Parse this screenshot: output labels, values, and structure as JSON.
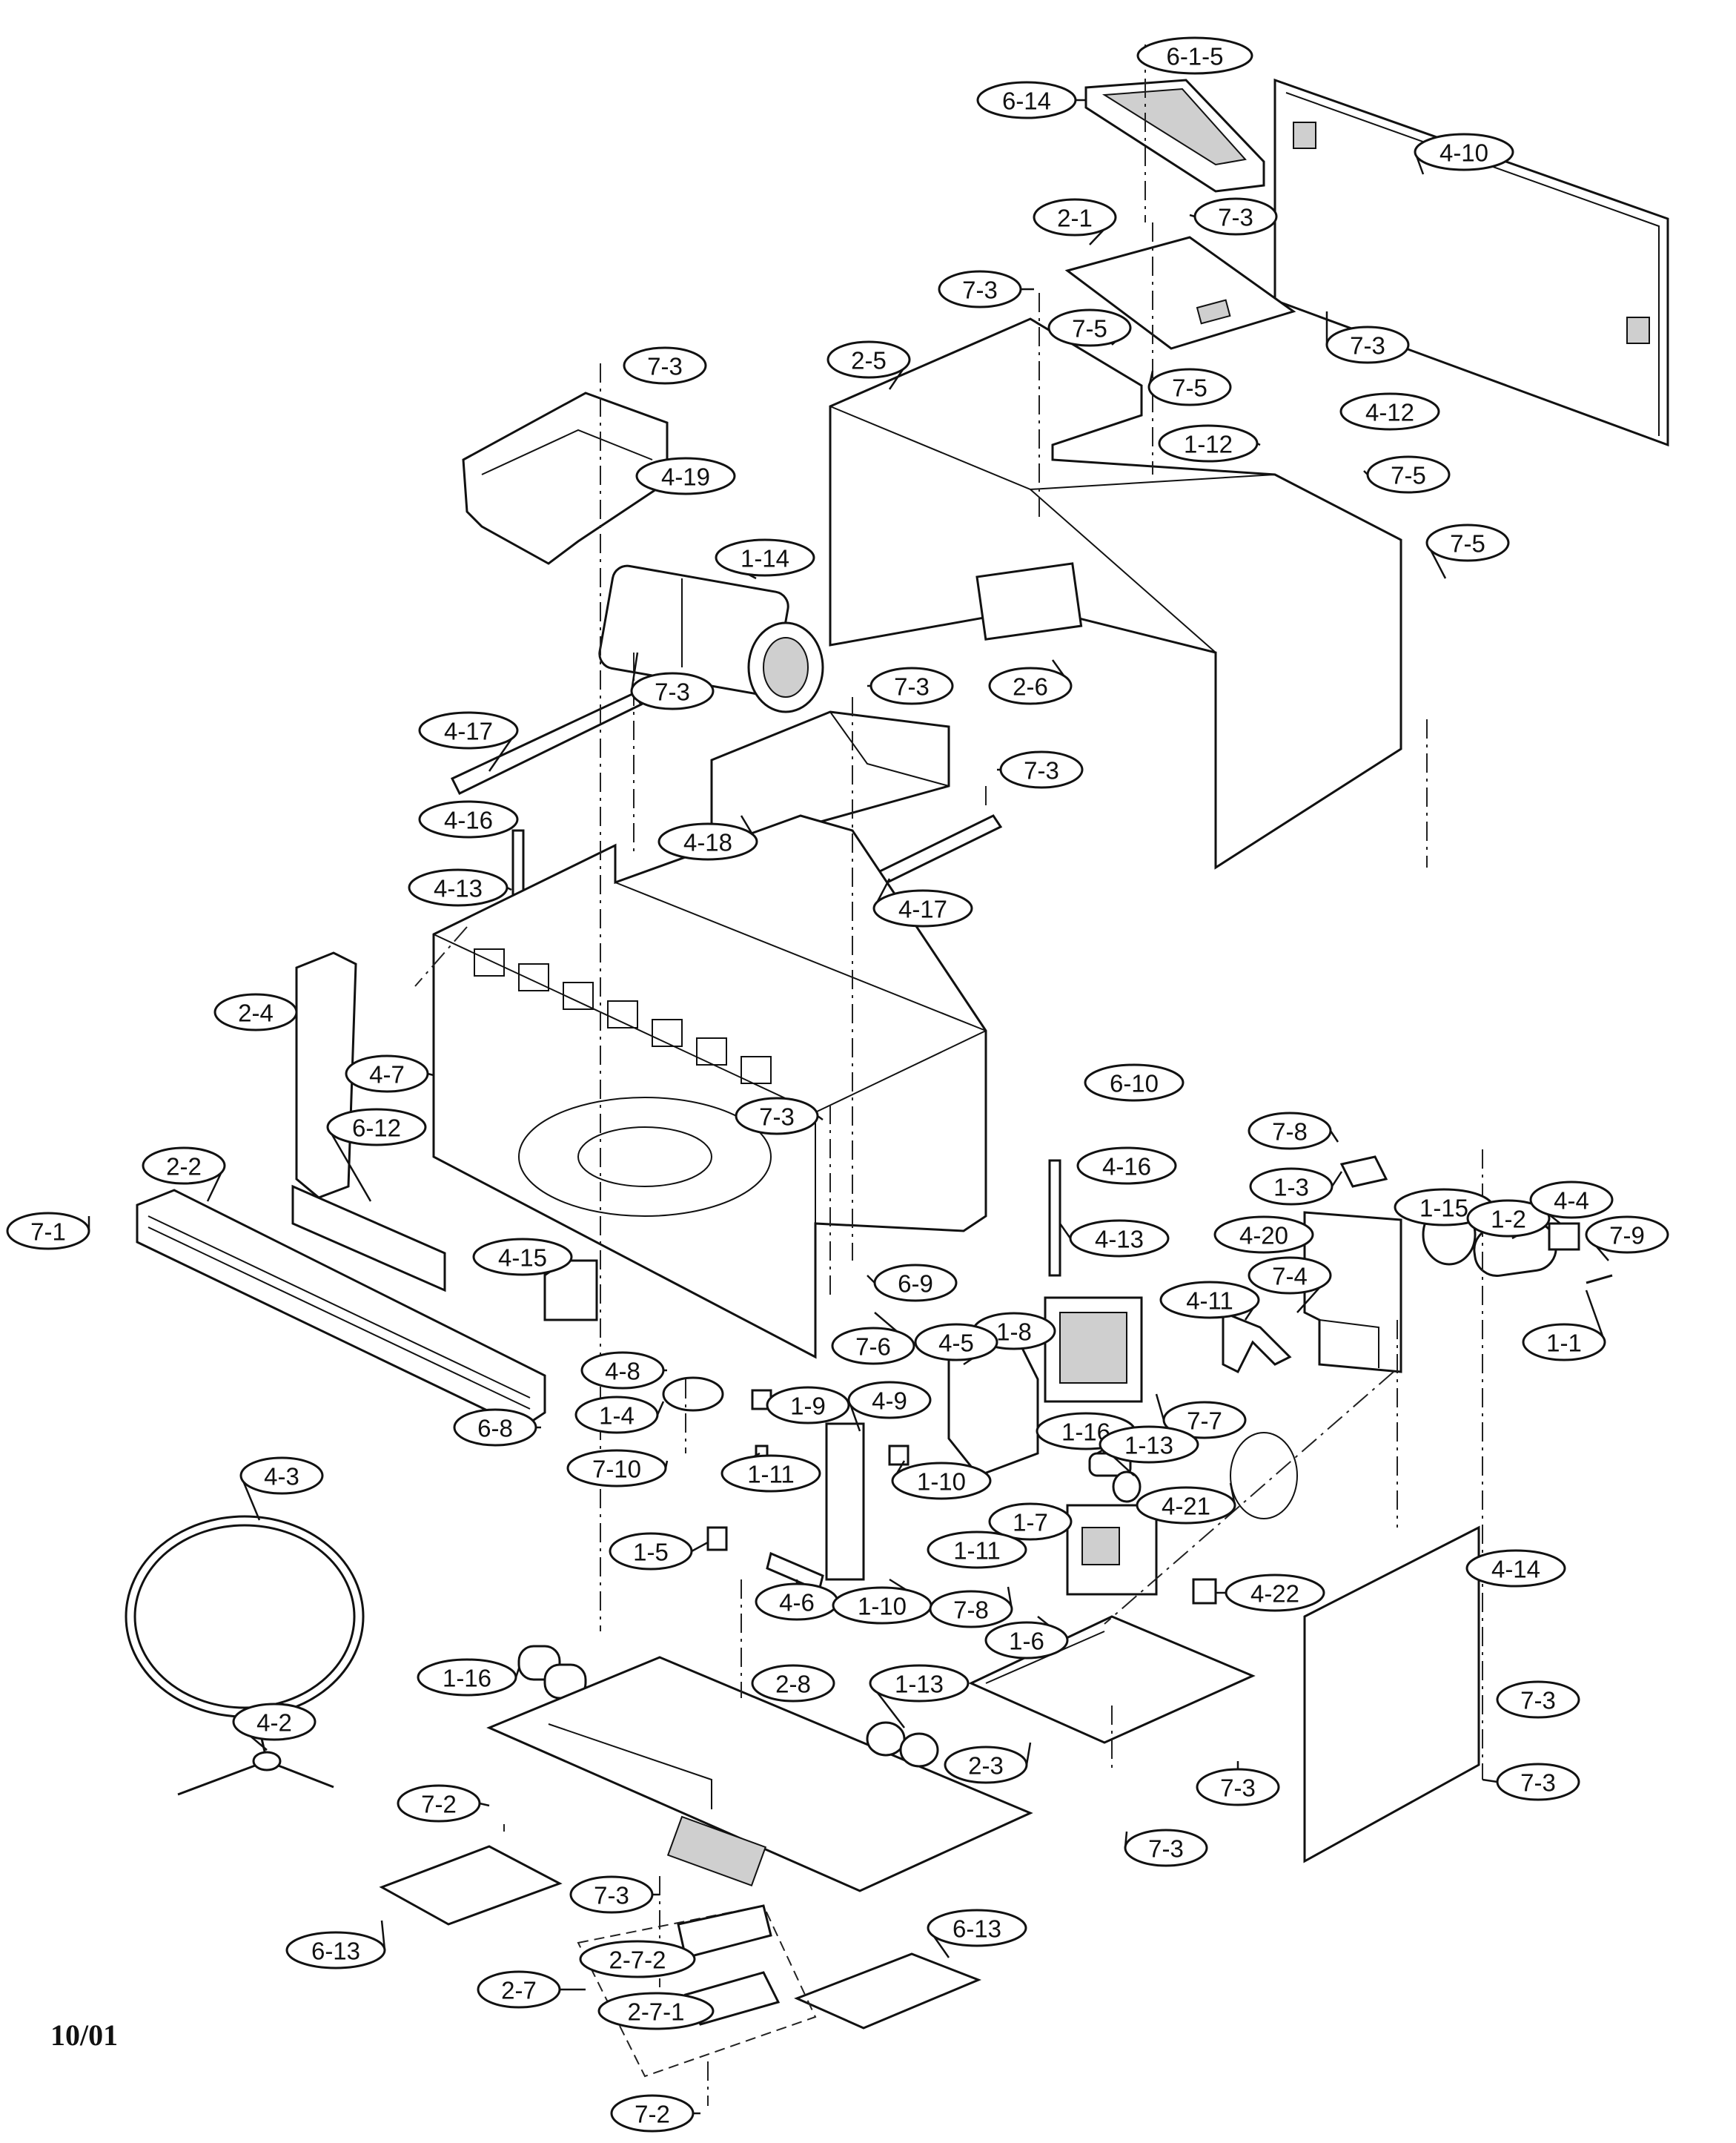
{
  "footer_code": "10/01",
  "callouts": [
    {
      "id": "c-6-1-5",
      "text": "6-1-5"
    },
    {
      "id": "c-6-14",
      "text": "6-14"
    },
    {
      "id": "c-4-10",
      "text": "4-10"
    },
    {
      "id": "c-7-3-a",
      "text": "7-3"
    },
    {
      "id": "c-2-1",
      "text": "2-1"
    },
    {
      "id": "c-7-3-b",
      "text": "7-3"
    },
    {
      "id": "c-7-3-c",
      "text": "7-3"
    },
    {
      "id": "c-7-5-a",
      "text": "7-5"
    },
    {
      "id": "c-2-5",
      "text": "2-5"
    },
    {
      "id": "c-7-5-b",
      "text": "7-5"
    },
    {
      "id": "c-4-12",
      "text": "4-12"
    },
    {
      "id": "c-1-12",
      "text": "1-12"
    },
    {
      "id": "c-7-5-c",
      "text": "7-5"
    },
    {
      "id": "c-7-3-d",
      "text": "7-3"
    },
    {
      "id": "c-4-19",
      "text": "4-19"
    },
    {
      "id": "c-7-5-d",
      "text": "7-5"
    },
    {
      "id": "c-1-14",
      "text": "1-14"
    },
    {
      "id": "c-2-6",
      "text": "2-6"
    },
    {
      "id": "c-7-3-e",
      "text": "7-3"
    },
    {
      "id": "c-7-3-f",
      "text": "7-3"
    },
    {
      "id": "c-4-17-a",
      "text": "4-17"
    },
    {
      "id": "c-7-3-g",
      "text": "7-3"
    },
    {
      "id": "c-4-16-a",
      "text": "4-16"
    },
    {
      "id": "c-4-18",
      "text": "4-18"
    },
    {
      "id": "c-4-13-a",
      "text": "4-13"
    },
    {
      "id": "c-4-17-b",
      "text": "4-17"
    },
    {
      "id": "c-2-4",
      "text": "2-4"
    },
    {
      "id": "c-4-7",
      "text": "4-7"
    },
    {
      "id": "c-7-3-h",
      "text": "7-3"
    },
    {
      "id": "c-2-2",
      "text": "2-2"
    },
    {
      "id": "c-6-10",
      "text": "6-10"
    },
    {
      "id": "c-6-12",
      "text": "6-12"
    },
    {
      "id": "c-7-8-a",
      "text": "7-8"
    },
    {
      "id": "c-4-16-b",
      "text": "4-16"
    },
    {
      "id": "c-1-3",
      "text": "1-3"
    },
    {
      "id": "c-7-1",
      "text": "7-1"
    },
    {
      "id": "c-1-15",
      "text": "1-15"
    },
    {
      "id": "c-1-2",
      "text": "1-2"
    },
    {
      "id": "c-4-4",
      "text": "4-4"
    },
    {
      "id": "c-4-20",
      "text": "4-20"
    },
    {
      "id": "c-7-9",
      "text": "7-9"
    },
    {
      "id": "c-4-13-b",
      "text": "4-13"
    },
    {
      "id": "c-4-15",
      "text": "4-15"
    },
    {
      "id": "c-6-9",
      "text": "6-9"
    },
    {
      "id": "c-7-4",
      "text": "7-4"
    },
    {
      "id": "c-4-11",
      "text": "4-11"
    },
    {
      "id": "c-7-6",
      "text": "7-6"
    },
    {
      "id": "c-1-1",
      "text": "1-1"
    },
    {
      "id": "c-1-8",
      "text": "1-8"
    },
    {
      "id": "c-4-5",
      "text": "4-5"
    },
    {
      "id": "c-4-8",
      "text": "4-8"
    },
    {
      "id": "c-4-9",
      "text": "4-9"
    },
    {
      "id": "c-1-4",
      "text": "1-4"
    },
    {
      "id": "c-1-9",
      "text": "1-9"
    },
    {
      "id": "c-6-8",
      "text": "6-8"
    },
    {
      "id": "c-7-7",
      "text": "7-7"
    },
    {
      "id": "c-1-16-a",
      "text": "1-16"
    },
    {
      "id": "c-7-10",
      "text": "7-10"
    },
    {
      "id": "c-1-13-a",
      "text": "1-13"
    },
    {
      "id": "c-1-11-a",
      "text": "1-11"
    },
    {
      "id": "c-1-10-a",
      "text": "1-10"
    },
    {
      "id": "c-4-3",
      "text": "4-3"
    },
    {
      "id": "c-4-21",
      "text": "4-21"
    },
    {
      "id": "c-1-7",
      "text": "1-7"
    },
    {
      "id": "c-1-5",
      "text": "1-5"
    },
    {
      "id": "c-1-11-b",
      "text": "1-11"
    },
    {
      "id": "c-4-14",
      "text": "4-14"
    },
    {
      "id": "c-4-6",
      "text": "4-6"
    },
    {
      "id": "c-1-10-b",
      "text": "1-10"
    },
    {
      "id": "c-4-22",
      "text": "4-22"
    },
    {
      "id": "c-7-8-b",
      "text": "7-8"
    },
    {
      "id": "c-1-6",
      "text": "1-6"
    },
    {
      "id": "c-1-16-b",
      "text": "1-16"
    },
    {
      "id": "c-2-8",
      "text": "2-8"
    },
    {
      "id": "c-1-13-b",
      "text": "1-13"
    },
    {
      "id": "c-4-2",
      "text": "4-2"
    },
    {
      "id": "c-7-3-i",
      "text": "7-3"
    },
    {
      "id": "c-2-3",
      "text": "2-3"
    },
    {
      "id": "c-7-2-a",
      "text": "7-2"
    },
    {
      "id": "c-7-3-j",
      "text": "7-3"
    },
    {
      "id": "c-7-3-k",
      "text": "7-3"
    },
    {
      "id": "c-7-3-l",
      "text": "7-3"
    },
    {
      "id": "c-7-3-m",
      "text": "7-3"
    },
    {
      "id": "c-6-13-a",
      "text": "6-13"
    },
    {
      "id": "c-2-7-2",
      "text": "2-7-2"
    },
    {
      "id": "c-6-13-b",
      "text": "6-13"
    },
    {
      "id": "c-2-7",
      "text": "2-7"
    },
    {
      "id": "c-2-7-1",
      "text": "2-7-1"
    },
    {
      "id": "c-7-2-b",
      "text": "7-2"
    }
  ]
}
